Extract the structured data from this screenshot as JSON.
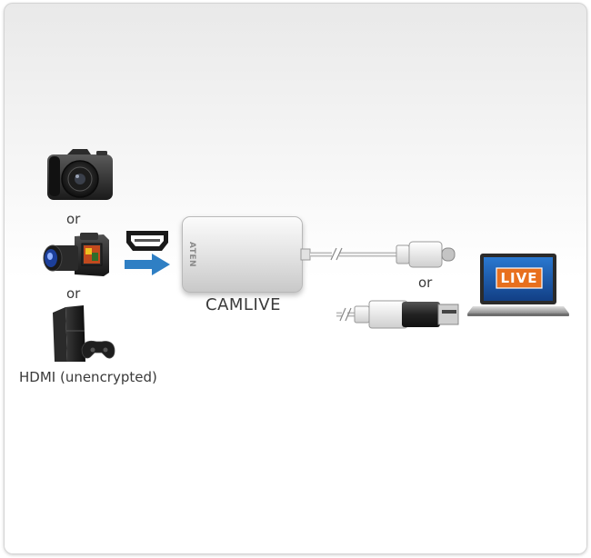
{
  "sources": {
    "or_1": "or",
    "or_2": "or",
    "input_label": "HDMI (unencrypted)"
  },
  "device": {
    "name": "CAMLIVE",
    "brand": "ATEN"
  },
  "output": {
    "or": "or",
    "screen_text": "LIVE"
  },
  "icons": {
    "camera": "dslr-camera-icon",
    "camcorder": "camcorder-icon",
    "console": "game-console-icon",
    "hdmi": "hdmi-port-icon",
    "arrow": "arrow-right-icon",
    "usb_c": "usb-c-connector-icon",
    "usb_a": "usb-a-connector-icon",
    "laptop": "laptop-icon"
  },
  "colors": {
    "arrow_blue": "#2f7fc4",
    "live_orange": "#e8701e",
    "screen_blue": "#1f5fb0",
    "usb_a_black": "#2a2a2a",
    "text": "#3a3a3a"
  }
}
